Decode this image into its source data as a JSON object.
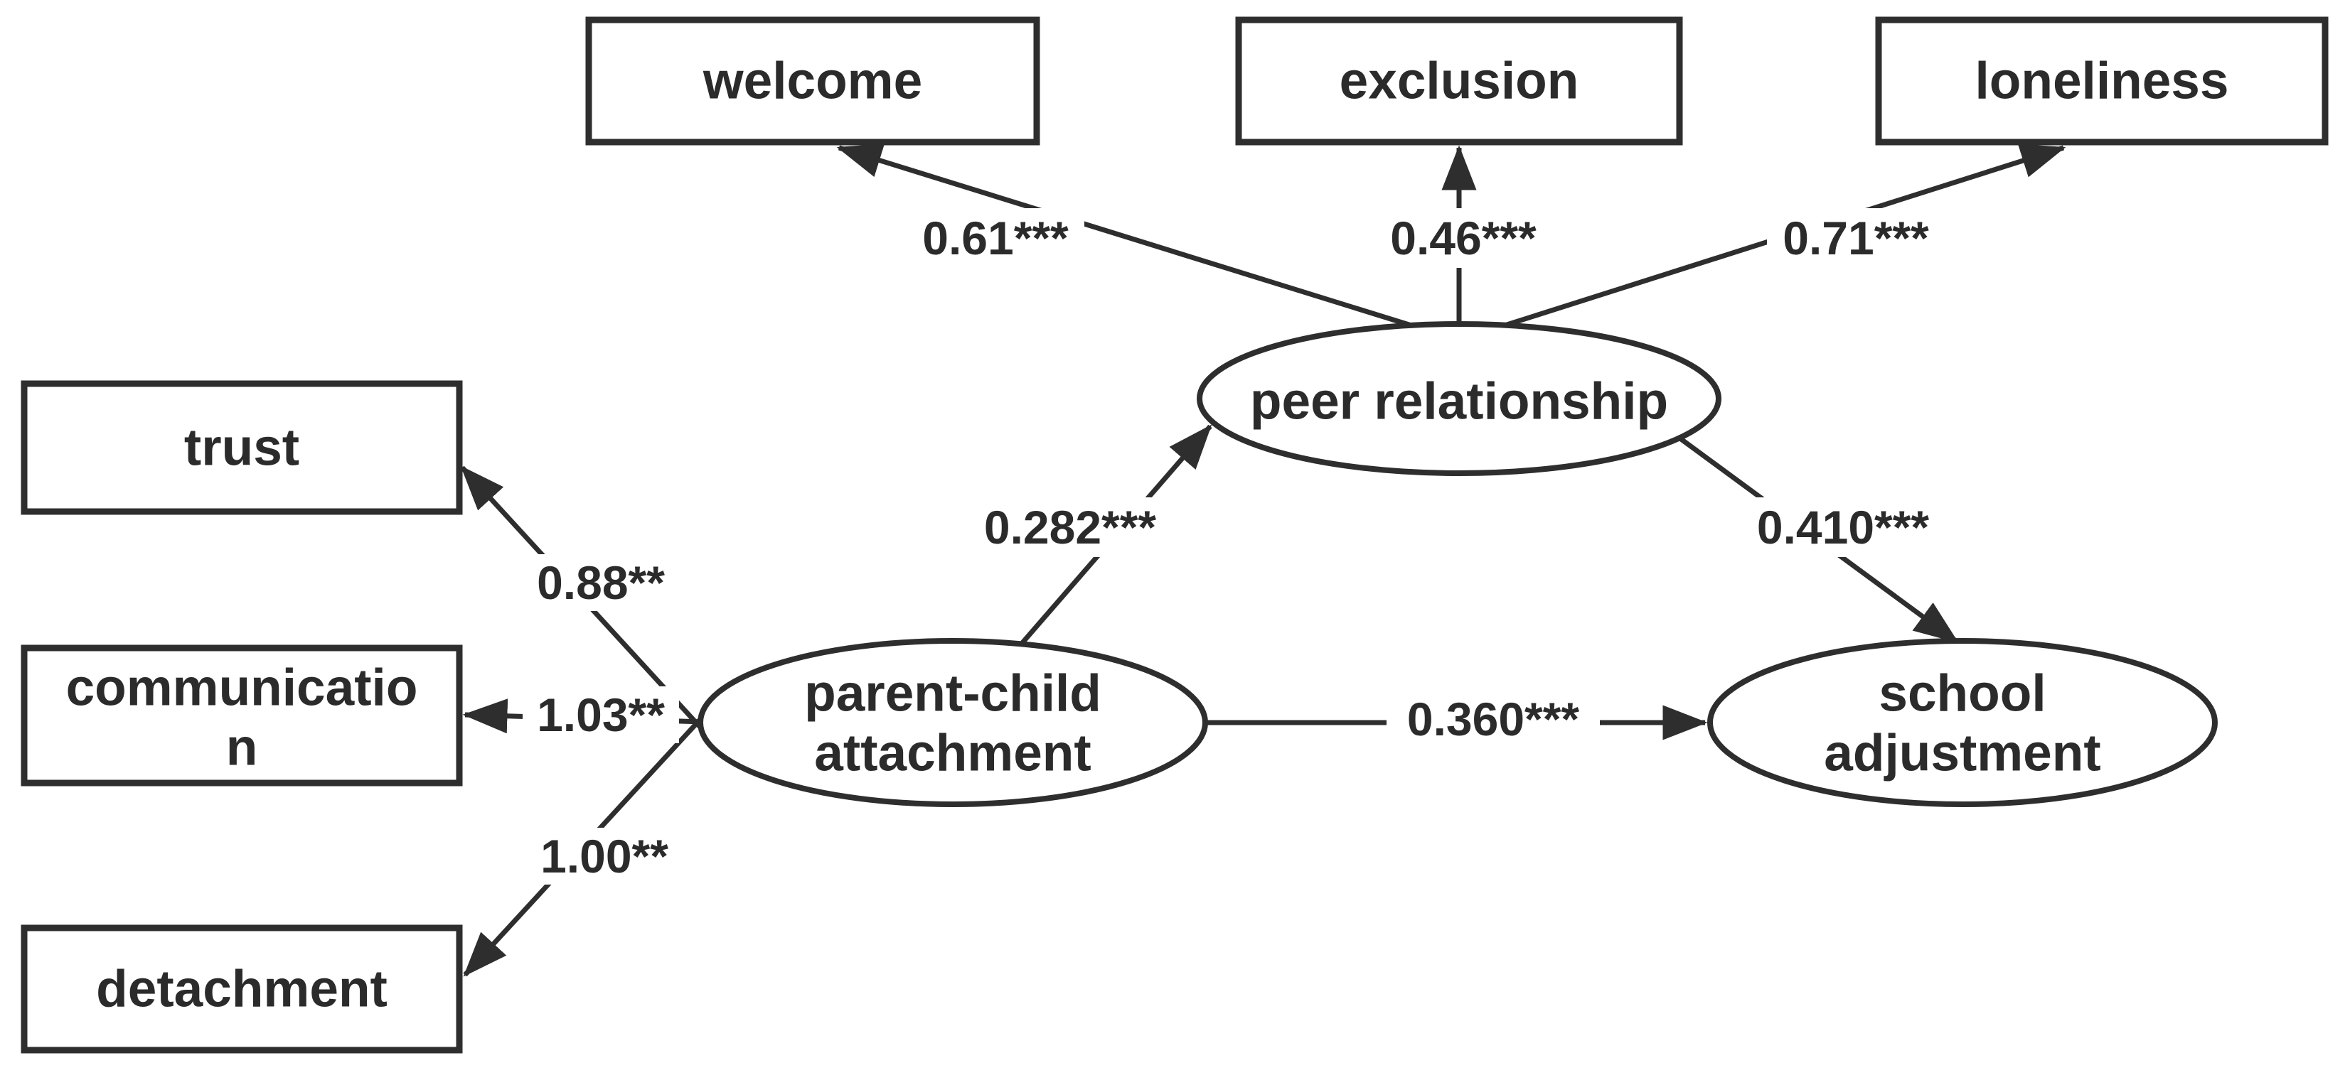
{
  "figure": {
    "type": "structural-equation-model path diagram",
    "background_color": "#ffffff",
    "stroke_color": "#2e2e2e",
    "text_color": "#2b2b2b"
  },
  "nodes": {
    "observed": [
      {
        "id": "welcome",
        "label": "welcome"
      },
      {
        "id": "exclusion",
        "label": "exclusion"
      },
      {
        "id": "loneliness",
        "label": "loneliness"
      },
      {
        "id": "trust",
        "label": "trust"
      },
      {
        "id": "communication",
        "label": "communication",
        "lines": [
          "communicatio",
          "n"
        ]
      },
      {
        "id": "detachment",
        "label": "detachment"
      }
    ],
    "latent": [
      {
        "id": "peer-relationship",
        "label": "peer relationship"
      },
      {
        "id": "parent-child-attachment",
        "label": "parent-child attachment",
        "lines": [
          "parent-child",
          "attachment"
        ]
      },
      {
        "id": "school-adjustment",
        "label": "school adjustment",
        "lines": [
          "school",
          "adjustment"
        ]
      }
    ]
  },
  "paths": [
    {
      "from": "peer relationship",
      "to": "welcome",
      "coefficient": "0.61***"
    },
    {
      "from": "peer relationship",
      "to": "exclusion",
      "coefficient": "0.46***"
    },
    {
      "from": "peer relationship",
      "to": "loneliness",
      "coefficient": "0.71***"
    },
    {
      "from": "parent-child attachment",
      "to": "peer relationship",
      "coefficient": "0.282***"
    },
    {
      "from": "peer relationship",
      "to": "school adjustment",
      "coefficient": "0.410***"
    },
    {
      "from": "parent-child attachment",
      "to": "school adjustment",
      "coefficient": "0.360***"
    },
    {
      "from": "parent-child attachment",
      "to": "trust",
      "coefficient": "0.88**"
    },
    {
      "from": "parent-child attachment",
      "to": "communication",
      "coefficient": "1.03**"
    },
    {
      "from": "parent-child attachment",
      "to": "detachment",
      "coefficient": "1.00**"
    }
  ]
}
